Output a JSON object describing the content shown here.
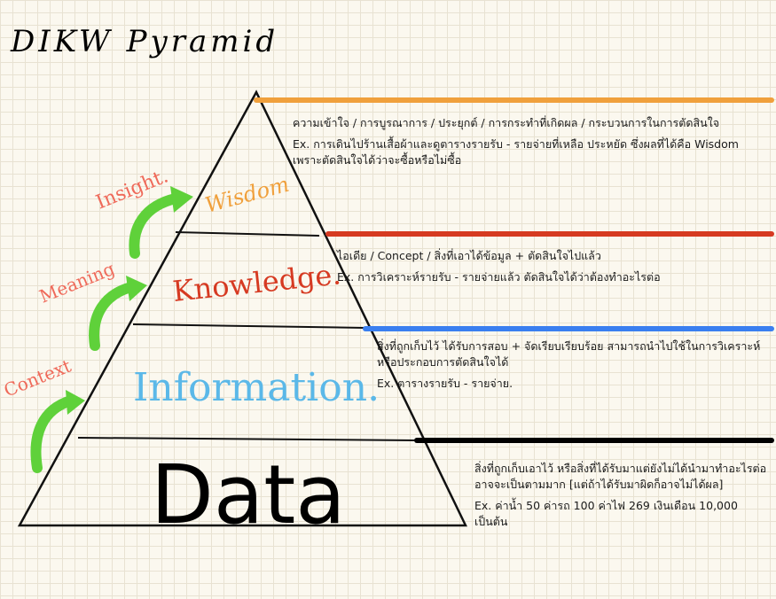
{
  "title": "DIKW Pyramid",
  "levels": {
    "wisdom": "Wisdom",
    "knowledge": "Knowledge.",
    "information": "Information.",
    "data": "Data"
  },
  "transitions": {
    "context": "Context",
    "meaning": "Meaning",
    "insight": "Insight."
  },
  "colors": {
    "wisdom": "#f0a03c",
    "knowledge": "#d63a22",
    "information": "#3a7ff0",
    "data": "#000000",
    "arrow": "#5fd13a",
    "transition_text": "#ef6a5a"
  },
  "descriptions": {
    "wisdom": {
      "definition": "ความเข้าใจ / การบูรณาการ / ประยุกต์ / การกระทำที่เกิดผล / กระบวนการในการตัดสินใจ",
      "example": "Ex. การเดินไปร้านเสื้อผ้าและดูตารางรายรับ - รายจ่ายที่เหลือ ประหยัด ซึ่งผลที่ได้คือ Wisdom เพราะตัดสินใจได้ว่าจะซื้อหรือไม่ซื้อ"
    },
    "knowledge": {
      "definition": "ไอเดีย / Concept / สิ่งที่เอาได้ข้อมูล + ตัดสินใจไปแล้ว",
      "example": "Ex. การวิเคราะห์รายรับ - รายจ่ายแล้ว ตัดสินใจได้ว่าต้องทำอะไรต่อ"
    },
    "information": {
      "definition": "สิ่งที่ถูกเก็บไว้ ได้รับการสอบ + จัดเรียบเรียบร้อย สามารถนำไปใช้ในการวิเคราะห์ หรือประกอบการตัดสินใจได้",
      "example": "Ex. ตารางรายรับ - รายจ่าย."
    },
    "data": {
      "definition": "สิ่งที่ถูกเก็บเอาไว้ หรือสิ่งที่ได้รับมาแต่ยังไม่ได้นำมาทำอะไรต่อ อาจจะเป็นตามมาก [แต่ถ้าได้รับมาผิดก็อาจไม่ได้ผล]",
      "example": "Ex. ค่าน้ำ 50 ค่ารถ 100 ค่าไฟ 269 เงินเดือน 10,000 เป็นต้น"
    }
  }
}
